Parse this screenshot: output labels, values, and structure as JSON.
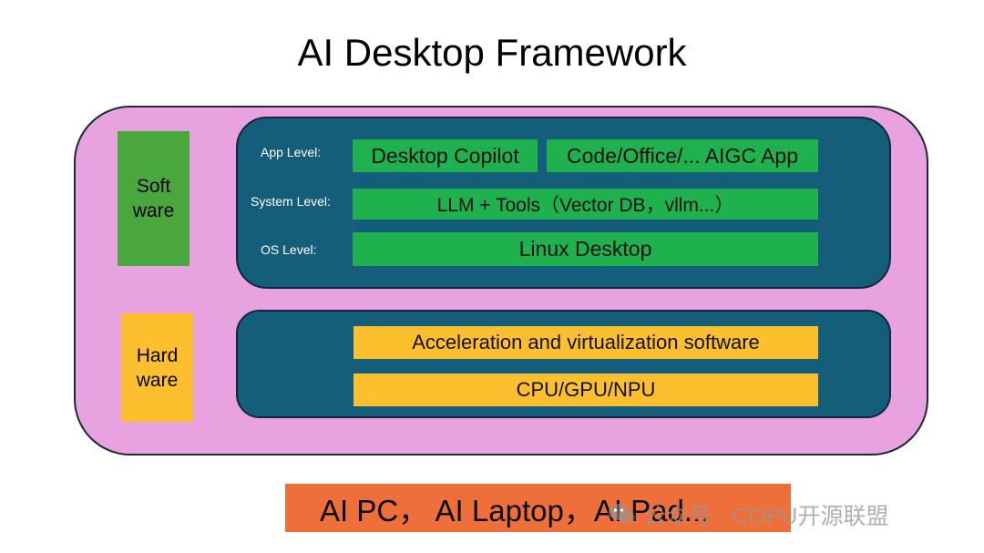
{
  "title": "AI Desktop Framework",
  "software_label": "Soft\nware",
  "hardware_label": "Hard\nware",
  "levels": {
    "app": "App Level:",
    "system": "System Level:",
    "os": "OS Level:"
  },
  "software_bars": {
    "copilot": "Desktop Copilot",
    "aigc": "Code/Office/... AIGC App",
    "llm": "LLM + Tools（Vector DB，vllm...）",
    "linux": "Linux Desktop"
  },
  "hardware_bars": {
    "accel": "Acceleration and virtualization software",
    "cpu": "CPU/GPU/NPU"
  },
  "bottom_text": "AI PC， AI Laptop，AI Pad...",
  "watermark": "公众号 · COPU开源联盟",
  "colors": {
    "outer": "#e8a2e0",
    "panel": "#155e7b",
    "green": "#1fb14e",
    "software_block": "#4aa73e",
    "yellow": "#fdbf2d",
    "orange": "#ee6f3a"
  }
}
